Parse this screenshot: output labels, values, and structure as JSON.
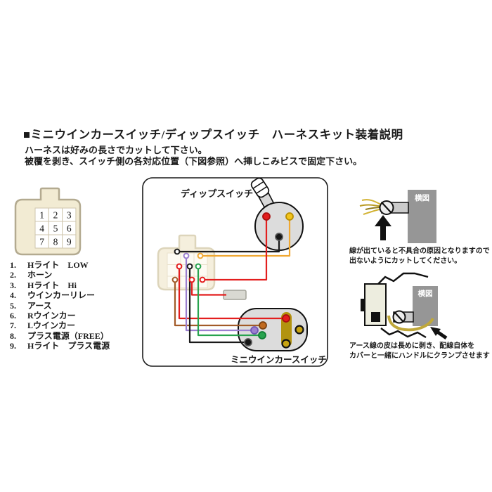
{
  "header": {
    "title": "■ミニウインカースイッチ/ディップスイッチ　ハーネスキット装着説明",
    "instructions": [
      "ハーネスは好みの長さでカットして下さい。",
      "被覆を剥き、スイッチ側の各対応位置（下図参照）へ挿しこみビスで固定下さい。"
    ]
  },
  "connector_pinout": {
    "pins": [
      "1",
      "2",
      "3",
      "4",
      "5",
      "6",
      "7",
      "8",
      "9"
    ],
    "legend": [
      {
        "num": "1.",
        "label": "Hライト　LOW"
      },
      {
        "num": "2.",
        "label": "ホーン"
      },
      {
        "num": "3.",
        "label": "Hライト　Hi"
      },
      {
        "num": "4.",
        "label": "ウインカーリレー"
      },
      {
        "num": "5.",
        "label": "アース"
      },
      {
        "num": "6.",
        "label": "Rウインカー"
      },
      {
        "num": "7.",
        "label": "Lウインカー"
      },
      {
        "num": "8.",
        "label": "プラス電源（FREE）"
      },
      {
        "num": "9.",
        "label": "Hライト　プラス電源"
      }
    ]
  },
  "wiring_diagram": {
    "dip_switch_label": "ディップスイッチ",
    "mini_switch_label": "ミニウインカースイッチ",
    "wire_colors": {
      "red": "#e31e1e",
      "yellow": "#f0a832",
      "black": "#1a1a1a",
      "brown": "#a25b28",
      "purple": "#9b7fd0",
      "green": "#28a34e"
    }
  },
  "side_notes": [
    {
      "box_label": "横図",
      "caption_lines": [
        "線が出ていると不具合の原因となりますので",
        "出ないようにカットしてください。"
      ]
    },
    {
      "box_label": "横図",
      "caption_lines": [
        "アース線の皮は長めに剥き、配線自体を",
        "カバーと一緒にハンドルにクランプさせます"
      ]
    }
  ],
  "palette": {
    "connector_body": "#f2ebd3",
    "connector_border": "#b3aa90",
    "faded_connector_body": "#f5efdd",
    "faded_connector_border": "#ddd5bb",
    "switch_gray": "#dcdcdc",
    "gold_bar": "#b2930f",
    "gold_dot": "#c7a312",
    "yellow_dot": "#f2c41c",
    "side_view_gray": "#969696",
    "tube_gray": "#cbcbcb",
    "earth_wire_gold": "#c0a83a"
  }
}
